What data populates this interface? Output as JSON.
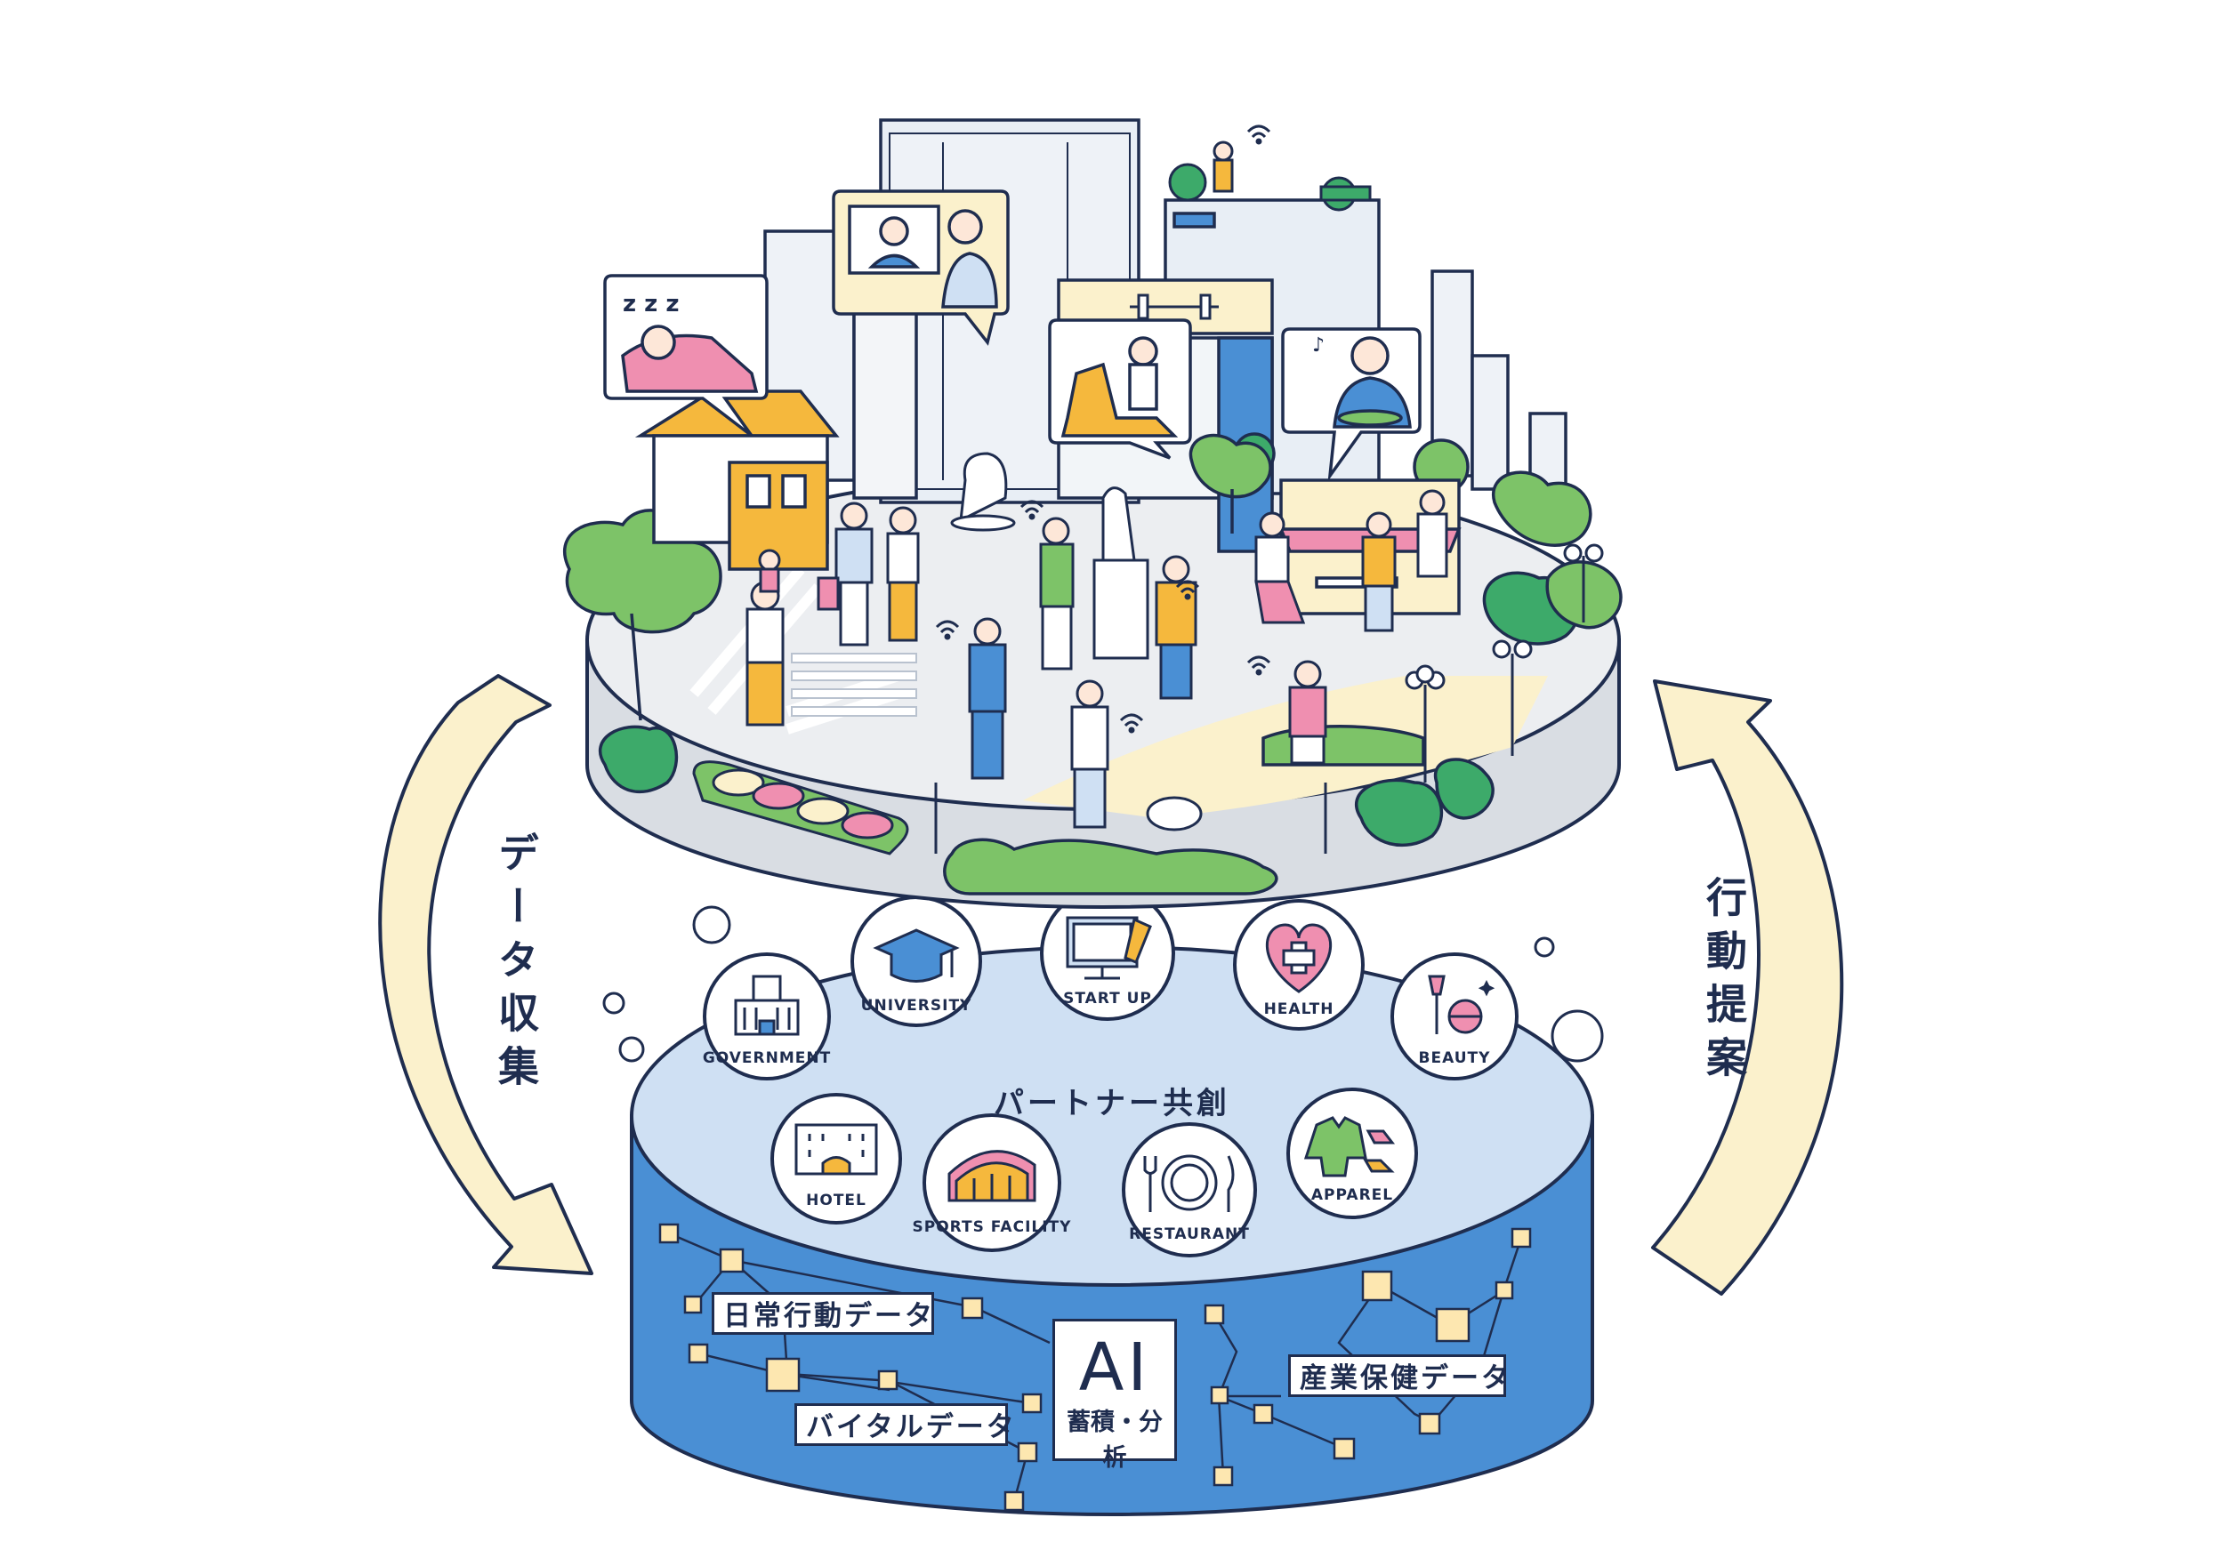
{
  "arrows": {
    "left_label": "データ収集",
    "right_label": "行動提案"
  },
  "platform": {
    "partner_title": "パートナー共創",
    "partners": [
      {
        "label": "GOVERNMENT",
        "icon": "government-building-icon"
      },
      {
        "label": "UNIVERSITY",
        "icon": "graduation-cap-icon"
      },
      {
        "label": "START UP",
        "icon": "monitor-icon"
      },
      {
        "label": "HEALTH",
        "icon": "heart-cross-icon"
      },
      {
        "label": "BEAUTY",
        "icon": "beauty-tools-icon"
      },
      {
        "label": "HOTEL",
        "icon": "hotel-icon"
      },
      {
        "label": "SPORTS FACILITY",
        "icon": "stadium-icon"
      },
      {
        "label": "RESTAURANT",
        "icon": "plate-cutlery-icon"
      },
      {
        "label": "APPAREL",
        "icon": "apparel-icon"
      }
    ],
    "data_labels": {
      "daily": "日常行動データ",
      "vital": "バイタルデータ",
      "industrial": "産業保健データ"
    },
    "ai": {
      "title": "AI",
      "subtitle": "蓄積・分析"
    }
  },
  "colors": {
    "navy": "#1f2d4f",
    "disc_top": "#cfe0f3",
    "disc_side": "#4a8fd4",
    "arrow_fill": "#fbf1cc",
    "green": "#7dc368",
    "dark_green": "#3daa6a",
    "yellow": "#f5b83d",
    "pink": "#ef8fb0"
  }
}
